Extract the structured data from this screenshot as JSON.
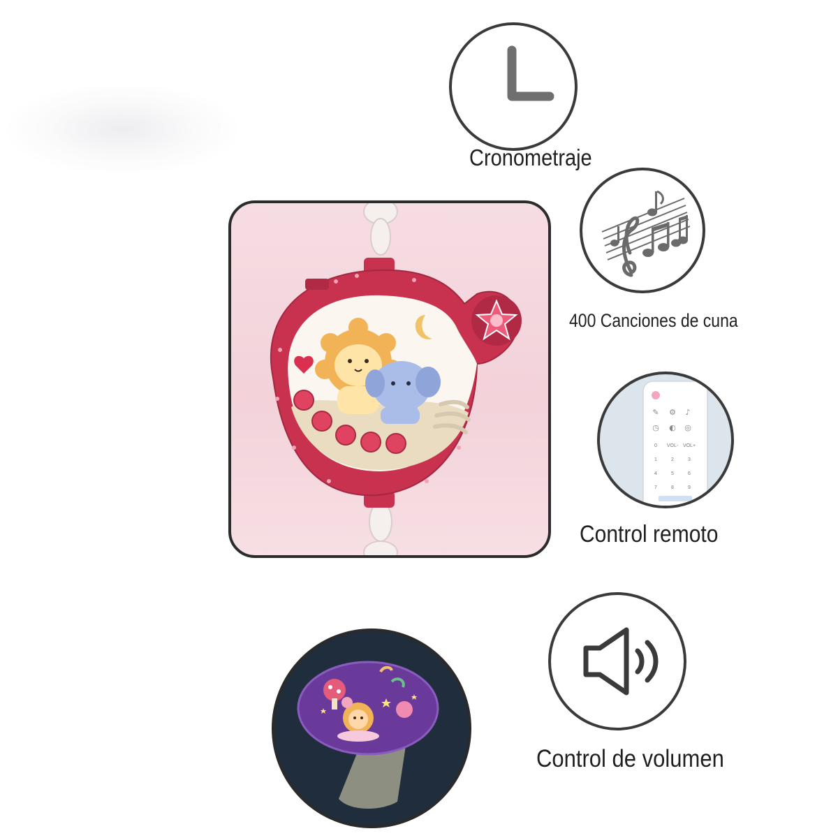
{
  "features": [
    {
      "id": "timer",
      "label": "Cronometraje",
      "icon": "clock-l-icon"
    },
    {
      "id": "songs",
      "label": "400 Canciones de cuna",
      "icon": "music-notes-icon"
    },
    {
      "id": "remote",
      "label": "Control remoto",
      "icon": "remote-control-icon"
    },
    {
      "id": "volume",
      "label": "Control de volumen",
      "icon": "speaker-volume-icon"
    }
  ],
  "remote_buttons": [
    "0",
    "VOL-",
    "VOL+",
    "1",
    "2",
    "3",
    "4",
    "5",
    "6",
    "7",
    "8",
    "9"
  ],
  "colors": {
    "outline": "#3a3a3a",
    "device_red": "#c8324f",
    "card_pink": "#f3d2da",
    "night_sky": "#1f2d3c",
    "projection_purple": "#6a3a9a"
  }
}
